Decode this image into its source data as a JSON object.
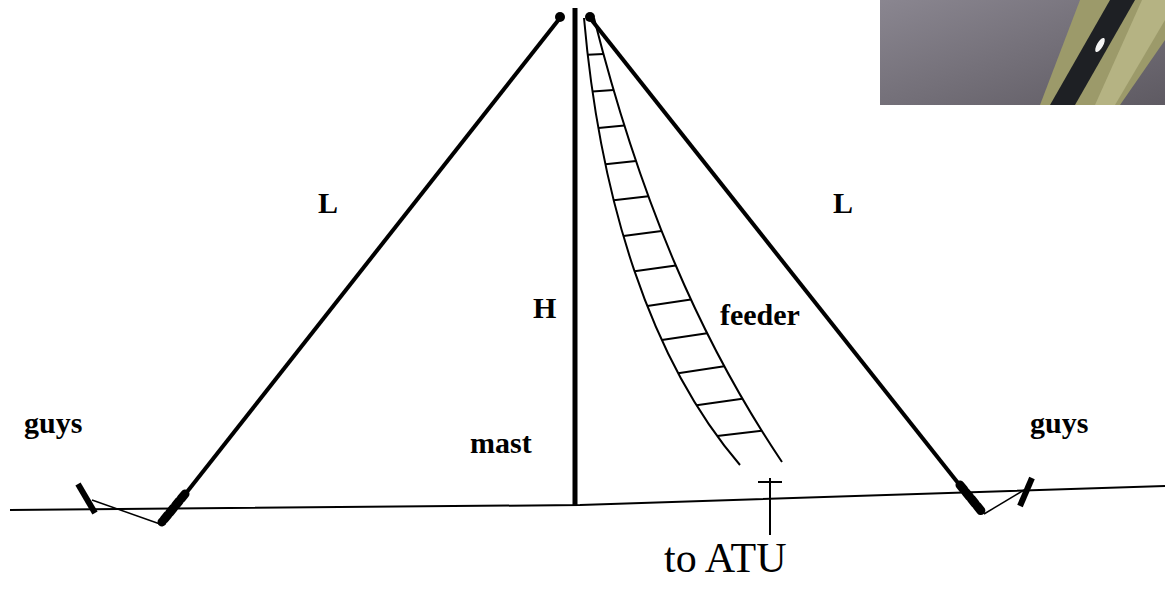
{
  "diagram": {
    "labels": [
      "L",
      "L",
      "H",
      "feeder",
      "guys",
      "mast",
      "guys",
      "to ATU"
    ]
  }
}
